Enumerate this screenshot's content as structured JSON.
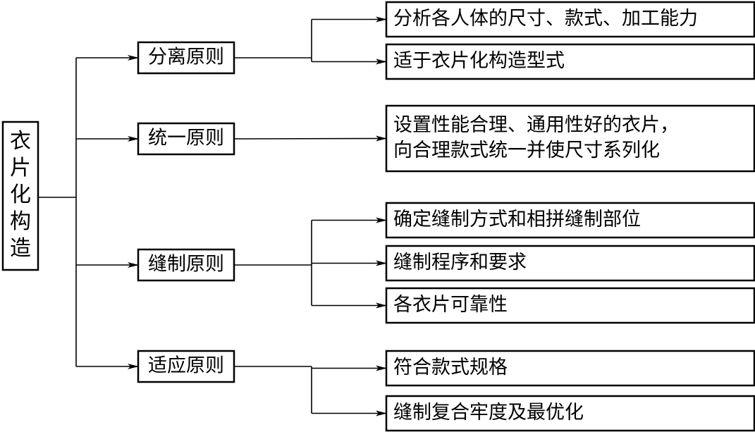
{
  "root": {
    "chars": [
      "衣",
      "片",
      "化",
      "构",
      "造"
    ]
  },
  "principles": [
    {
      "label": "分离原则",
      "details": [
        [
          "分析各人体的尺寸、款式、加工能力"
        ],
        [
          "适于衣片化构造型式"
        ]
      ]
    },
    {
      "label": "统一原则",
      "details": [
        [
          "设置性能合理、通用性好的衣片，",
          "向合理款式统一并使尺寸系列化"
        ]
      ]
    },
    {
      "label": "缝制原则",
      "details": [
        [
          "确定缝制方式和相拼缝制部位"
        ],
        [
          "缝制程序和要求"
        ],
        [
          "各衣片可靠性"
        ]
      ]
    },
    {
      "label": "适应原则",
      "details": [
        [
          "符合款式规格"
        ],
        [
          "缝制复合牢度及最优化"
        ]
      ]
    }
  ]
}
